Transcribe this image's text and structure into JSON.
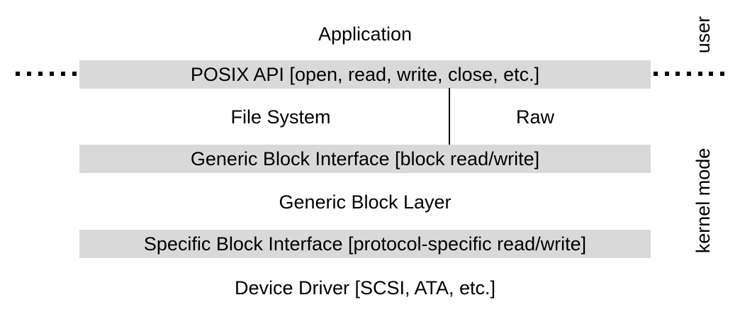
{
  "application": "Application",
  "posix_api": "POSIX API [open, read, write, close, etc.]",
  "file_system": "File System",
  "raw": "Raw",
  "generic_block_interface": "Generic Block Interface [block read/write]",
  "generic_block_layer": "Generic Block Layer",
  "specific_block_interface": "Specific Block Interface [protocol-specific read/write]",
  "device_driver": "Device Driver [SCSI, ATA, etc.]",
  "side_labels": {
    "user": "user",
    "kernel_mode": "kernel mode"
  },
  "colors": {
    "band_fill": "#d9d9d9",
    "text": "#000000",
    "background": "#ffffff"
  }
}
